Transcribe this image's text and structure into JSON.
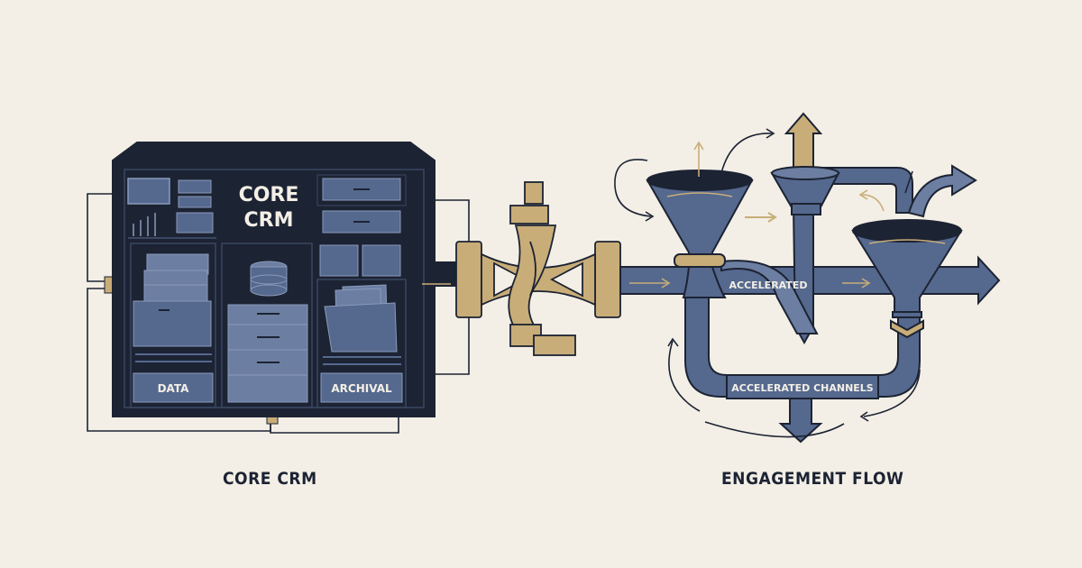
{
  "core_crm": {
    "title_line1": "CORE",
    "title_line2": "CRM",
    "data_label": "DATA",
    "archival_label": "ARCHIVAL",
    "caption": "CORE CRM"
  },
  "engagement": {
    "accelerated_label": "ACCELERATED",
    "channels_label": "ACCELERATED CHANNELS",
    "caption": "ENGAGEMENT FLOW"
  },
  "colors": {
    "background": "#f3efe6",
    "navy": "#1c2333",
    "steel": "#55688e",
    "steel_light": "#6c7fa2",
    "gold": "#c8ad78"
  }
}
